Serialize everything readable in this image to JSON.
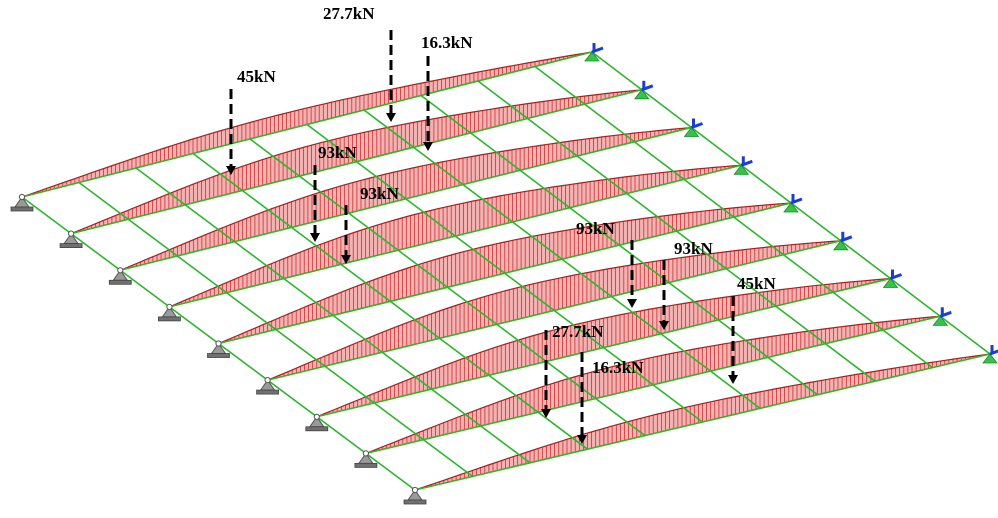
{
  "colors": {
    "grid": "#2fb52f",
    "moment_fill": "#f3b3b3",
    "moment_hatch": "#c02020",
    "moment_outline": "#b81818",
    "load_arrow": "#000000",
    "pin_support": "#707070",
    "roller_support_green": "#39c24a",
    "roller_support_blue": "#1a3fd0"
  },
  "icons": {
    "left_supports": "pin-support-icon",
    "right_supports": "roller-support-icon"
  },
  "loads": [
    {
      "label": "27.7kN"
    },
    {
      "label": "16.3kN"
    },
    {
      "label": "45kN"
    },
    {
      "label": "93kN"
    },
    {
      "label": "93kN"
    },
    {
      "label": "93kN"
    },
    {
      "label": "93kN"
    },
    {
      "label": "45kN"
    },
    {
      "label": "27.7kN"
    },
    {
      "label": "16.3kN"
    }
  ]
}
